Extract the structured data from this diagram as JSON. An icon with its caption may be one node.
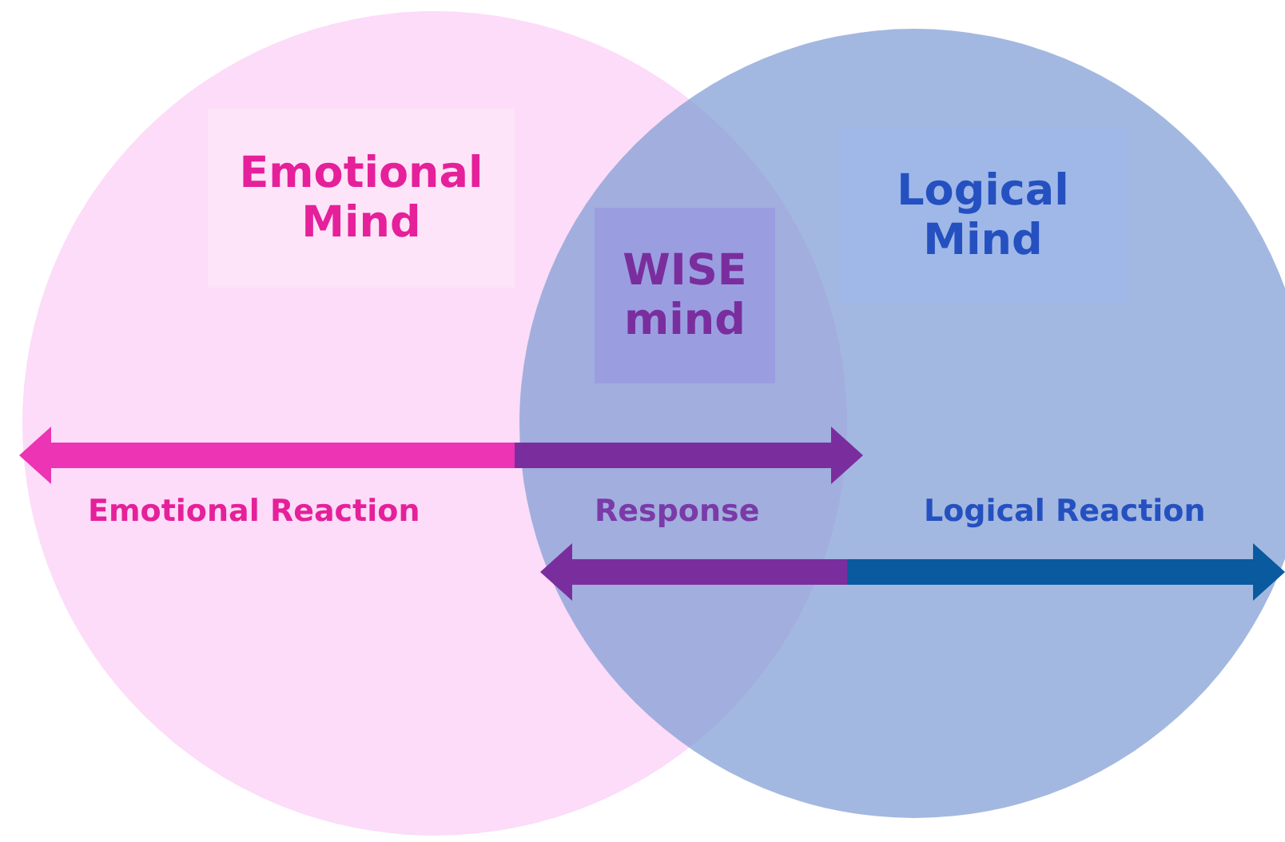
{
  "diagram": {
    "nodes": [
      {
        "text": [
          "Emotional Mind"
        ]
      },
      {
        "text": [
          "Logical Mind"
        ]
      }
    ],
    "labels": [
      "WISE mind",
      "Emotional Reaction",
      "Response",
      "Logical Reaction"
    ]
  }
}
